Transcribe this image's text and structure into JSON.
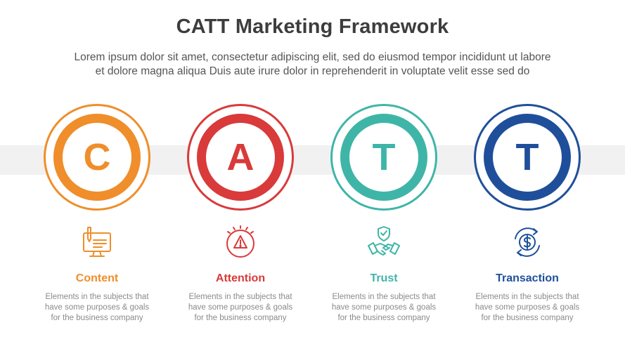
{
  "header": {
    "title": "CATT Marketing Framework",
    "subtitle_line1": "Lorem ipsum dolor sit amet, consectetur adipiscing elit, sed do eiusmod tempor incididunt ut labore",
    "subtitle_line2": "et dolore magna aliqua Duis aute irure dolor in reprehenderit in voluptate velit esse sed do"
  },
  "steps": [
    {
      "letter": "C",
      "label": "Content",
      "color": "#ef8e2a",
      "icon": "computer-pencil-icon",
      "desc_line1": "Elements in the subjects that",
      "desc_line2": "have  some purposes & goals",
      "desc_line3": "for the  business company"
    },
    {
      "letter": "A",
      "label": "Attention",
      "color": "#d93a3a",
      "icon": "warning-alert-icon",
      "desc_line1": "Elements in the subjects that",
      "desc_line2": "have  some purposes & goals",
      "desc_line3": "for the  business company"
    },
    {
      "letter": "T",
      "label": "Trust",
      "color": "#3fb5a8",
      "icon": "handshake-shield-icon",
      "desc_line1": "Elements in the subjects that",
      "desc_line2": "have  some purposes & goals",
      "desc_line3": "for the  business company"
    },
    {
      "letter": "T",
      "label": "Transaction",
      "color": "#1f4f9a",
      "icon": "dollar-cycle-icon",
      "desc_line1": "Elements in the subjects that",
      "desc_line2": "have  some purposes & goals",
      "desc_line3": "for the  business company"
    }
  ]
}
